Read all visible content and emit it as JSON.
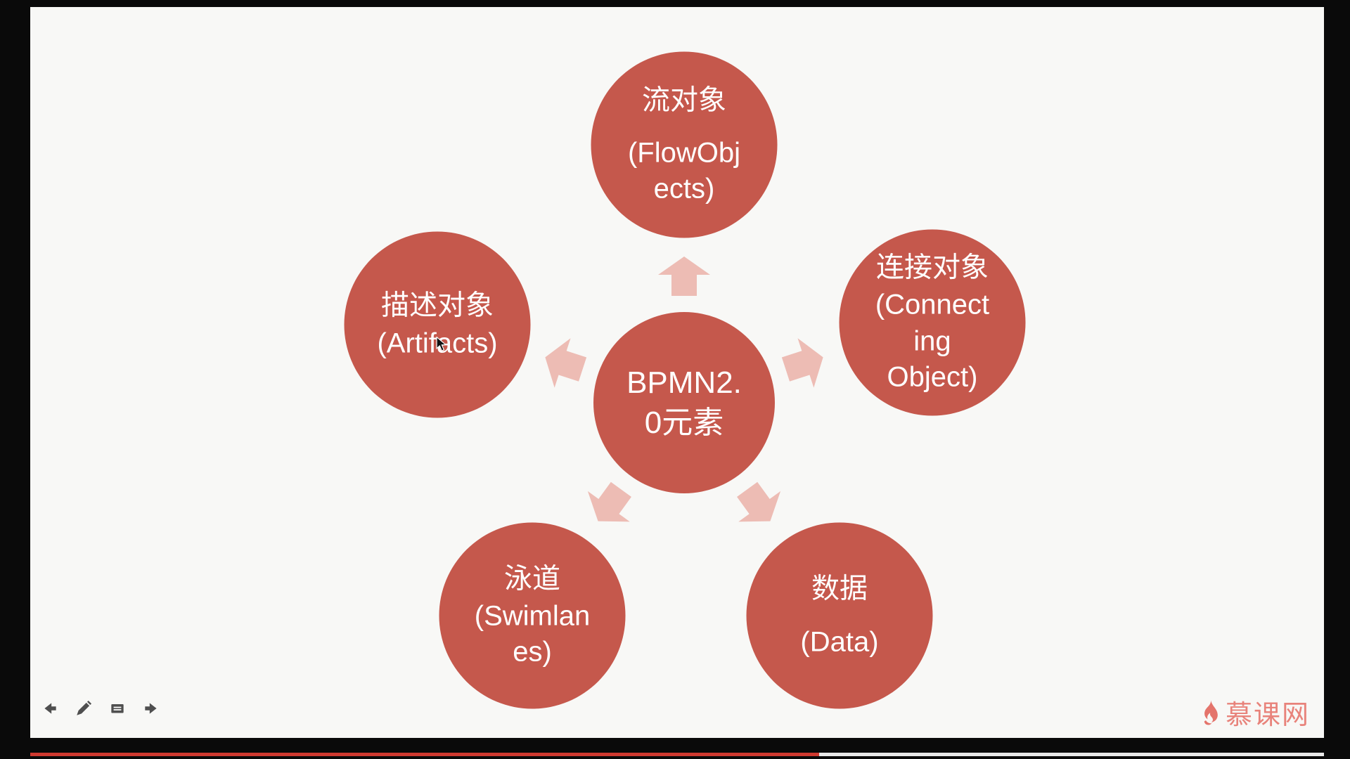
{
  "diagram": {
    "center_node": {
      "label": "BPMN2.\n0元素"
    },
    "nodes": [
      {
        "id": "flow-objects",
        "cn": "流对象",
        "en": "(FlowObj\nects)"
      },
      {
        "id": "connecting-object",
        "cn": "连接对象",
        "en": "(Connect\ning\nObject)"
      },
      {
        "id": "artifacts",
        "cn": "描述对象",
        "en": "(Artifacts)"
      },
      {
        "id": "swimlanes",
        "cn": "泳道",
        "en": "(Swimlan\nes)"
      },
      {
        "id": "data",
        "cn": "数据",
        "en": "(Data)"
      }
    ],
    "colors": {
      "node_fill": "#c5584c",
      "arrow_fill": "#edbcb4",
      "node_text": "#ffffff"
    }
  },
  "toolbar": {
    "icons": [
      "prev-arrow",
      "pencil",
      "annotation-panel",
      "next-arrow"
    ]
  },
  "player": {
    "progress_percent": 61,
    "progress_color": "#cf3a30",
    "track_color": "#e8e8e8"
  },
  "brand": {
    "name": "慕课网",
    "color": "#e8837b"
  }
}
